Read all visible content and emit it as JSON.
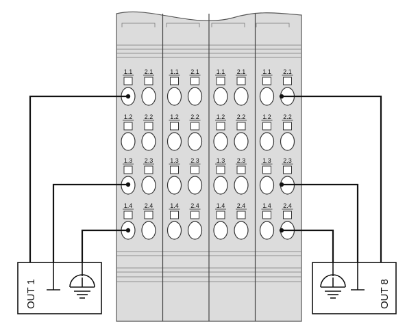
{
  "diagram": {
    "modules": [
      {
        "terminals": [
          [
            "1.1",
            "2.1"
          ],
          [
            "1.2",
            "2.2"
          ],
          [
            "1.3",
            "2.3"
          ],
          [
            "1.4",
            "2.4"
          ]
        ]
      },
      {
        "terminals": [
          [
            "1.1",
            "2.1"
          ],
          [
            "1.2",
            "2.2"
          ],
          [
            "1.3",
            "2.3"
          ],
          [
            "1.4",
            "2.4"
          ]
        ]
      },
      {
        "terminals": [
          [
            "1.1",
            "2.1"
          ],
          [
            "1.2",
            "2.2"
          ],
          [
            "1.3",
            "2.3"
          ],
          [
            "1.4",
            "2.4"
          ]
        ]
      },
      {
        "terminals": [
          [
            "1.1",
            "2.1"
          ],
          [
            "1.2",
            "2.2"
          ],
          [
            "1.3",
            "2.3"
          ],
          [
            "1.4",
            "2.4"
          ]
        ]
      }
    ],
    "devices": [
      {
        "label": "OUT 1",
        "side": "left"
      },
      {
        "label": "OUT 8",
        "side": "right"
      }
    ],
    "colors": {
      "line": "#111111",
      "body": "#dcdcdc",
      "background": "#ffffff"
    }
  }
}
